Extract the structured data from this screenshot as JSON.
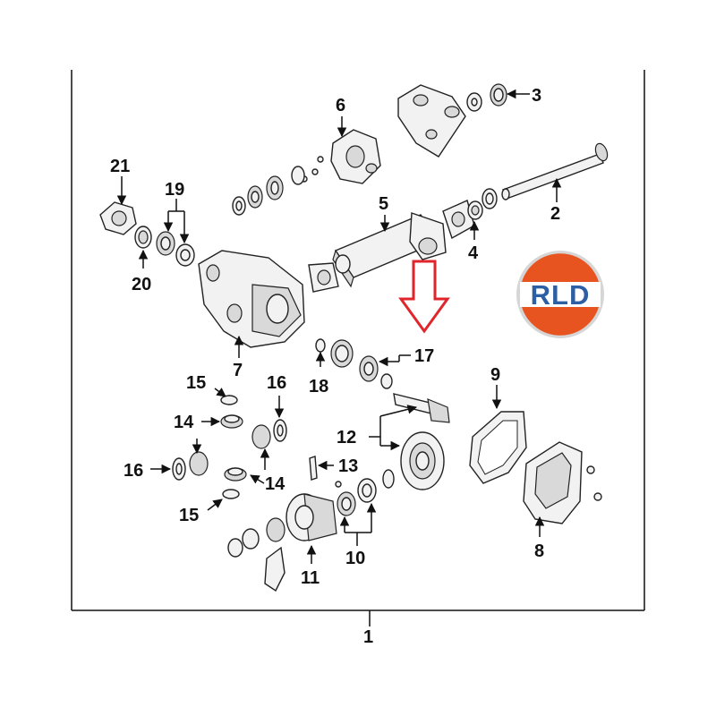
{
  "callouts": [
    {
      "id": "c1",
      "text": "1"
    },
    {
      "id": "c2",
      "text": "2"
    },
    {
      "id": "c3",
      "text": "3"
    },
    {
      "id": "c4",
      "text": "4"
    },
    {
      "id": "c5",
      "text": "5"
    },
    {
      "id": "c6",
      "text": "6"
    },
    {
      "id": "c7",
      "text": "7"
    },
    {
      "id": "c8",
      "text": "8"
    },
    {
      "id": "c9",
      "text": "9"
    },
    {
      "id": "c10",
      "text": "10"
    },
    {
      "id": "c11",
      "text": "11"
    },
    {
      "id": "c12",
      "text": "12"
    },
    {
      "id": "c13",
      "text": "13"
    },
    {
      "id": "c14a",
      "text": "14"
    },
    {
      "id": "c14b",
      "text": "14"
    },
    {
      "id": "c15a",
      "text": "15"
    },
    {
      "id": "c15b",
      "text": "15"
    },
    {
      "id": "c16a",
      "text": "16"
    },
    {
      "id": "c16b",
      "text": "16"
    },
    {
      "id": "c17",
      "text": "17"
    },
    {
      "id": "c18",
      "text": "18"
    },
    {
      "id": "c19",
      "text": "19"
    },
    {
      "id": "c20",
      "text": "20"
    },
    {
      "id": "c21",
      "text": "21"
    }
  ],
  "logo": {
    "text": "RLD",
    "colors": {
      "orange": "#e8541f",
      "blue": "#2d5fa4",
      "grey": "#c9c9c9"
    }
  },
  "highlight_arrow_color": "#e0262b"
}
